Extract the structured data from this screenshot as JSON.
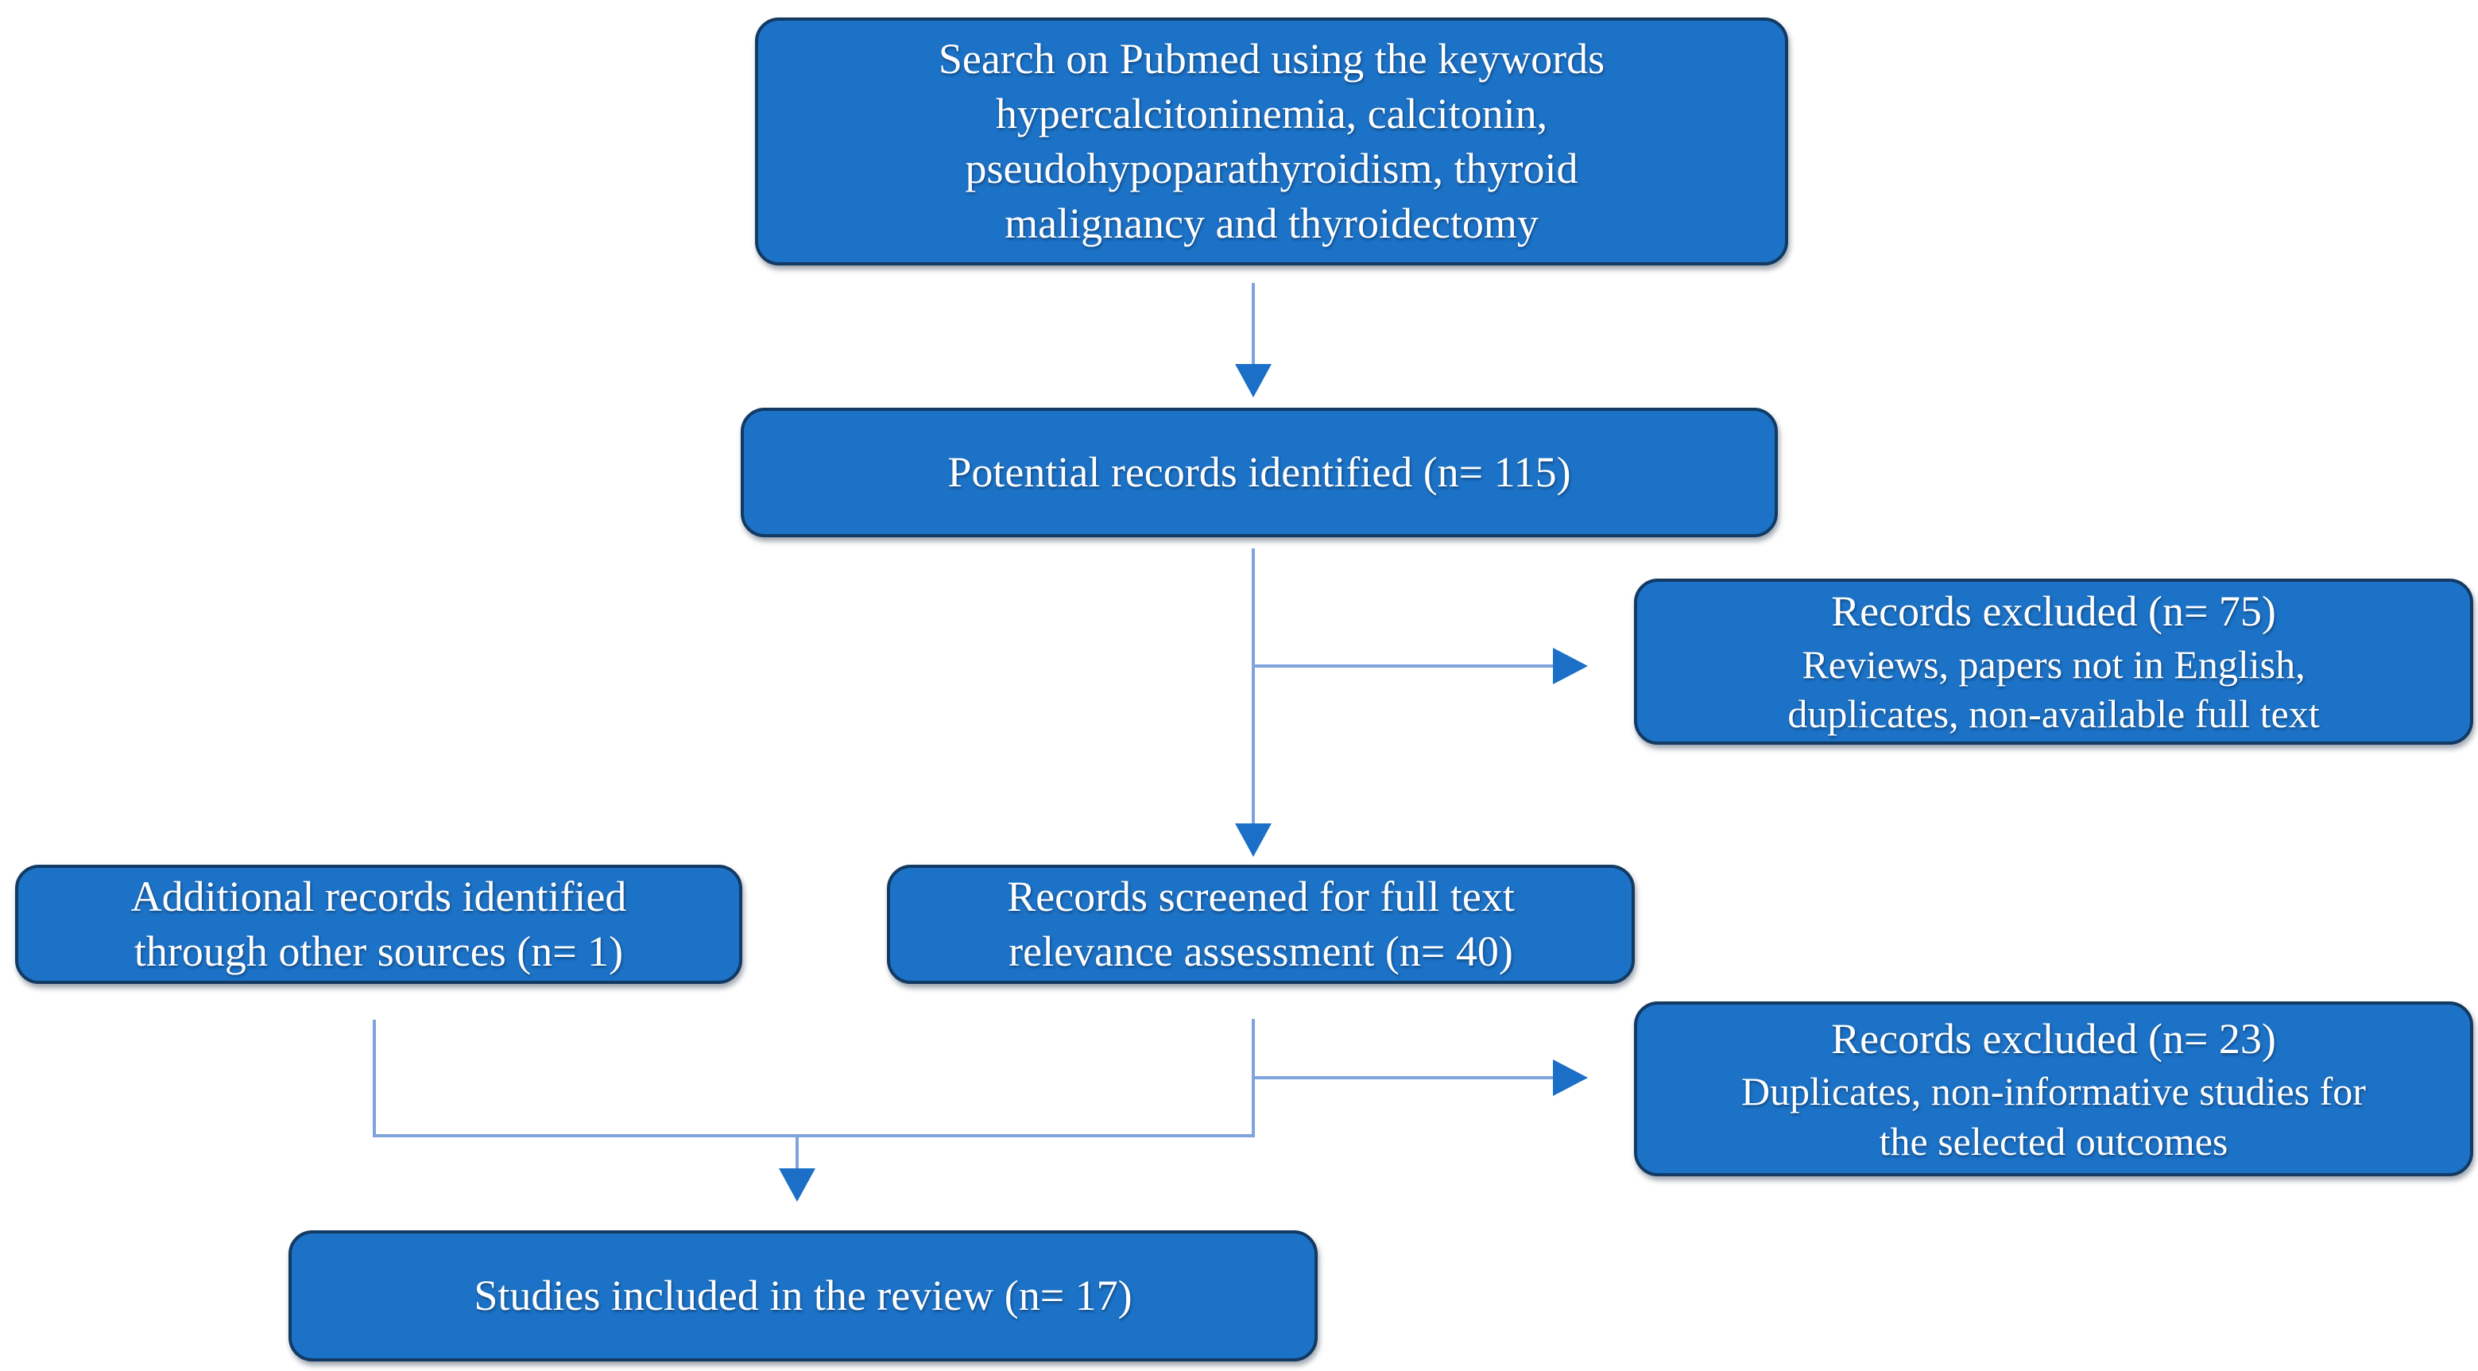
{
  "theme": {
    "box-fill": "#1c72c6",
    "box-border": "#123a63",
    "text-color": "#ffffff",
    "line-color": "#7fa3db",
    "arrow-color": "#1b6fc7",
    "bg": "#ffffff"
  },
  "flowchart": {
    "nodes": {
      "search": {
        "text": "Search on Pubmed using the keywords\nhypercalcitoninemia, calcitonin,\npseudohypoparathyroidism, thyroid\nmalignancy and thyroidectomy"
      },
      "identified": {
        "text": "Potential records identified (n= 115)",
        "n": 115
      },
      "excluded_screening": {
        "title": "Records excluded (n= 75)",
        "detail": "Reviews, papers not in English,\nduplicates, non-available full text",
        "n": 75
      },
      "screened": {
        "text": "Records screened for full text\nrelevance assessment (n= 40)",
        "n": 40
      },
      "additional": {
        "text": "Additional records identified\nthrough other sources (n= 1)",
        "n": 1
      },
      "excluded_fulltext": {
        "title": "Records excluded (n= 23)",
        "detail": "Duplicates, non-informative studies for\nthe selected outcomes",
        "n": 23
      },
      "included": {
        "text": "Studies included in the review (n= 17)",
        "n": 17
      }
    }
  }
}
